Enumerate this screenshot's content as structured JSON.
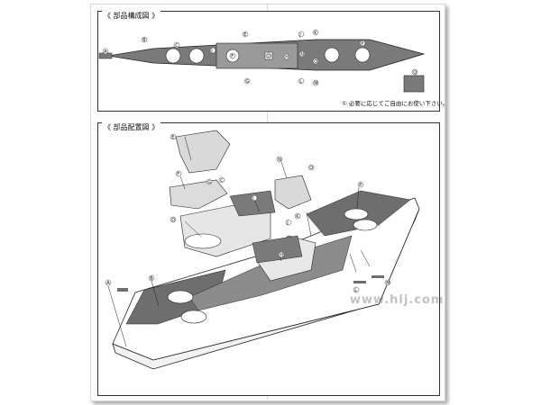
{
  "top_panel": {
    "title": "《 部品構成図 》",
    "note": "① 必要に応じてご自由にお使い下さい。",
    "labels": [
      "A",
      "B",
      "C",
      "D",
      "E",
      "F",
      "G",
      "H",
      "I",
      "J",
      "K",
      "L",
      "M",
      "N",
      "O",
      "P",
      "Q"
    ]
  },
  "bottom_panel": {
    "title": "《 部品配置図 》",
    "labels": [
      "A",
      "B",
      "C",
      "D",
      "E",
      "F",
      "G",
      "H",
      "I",
      "J",
      "K",
      "L",
      "M",
      "N",
      "O",
      "P"
    ]
  },
  "watermark": "www.hlj.com"
}
